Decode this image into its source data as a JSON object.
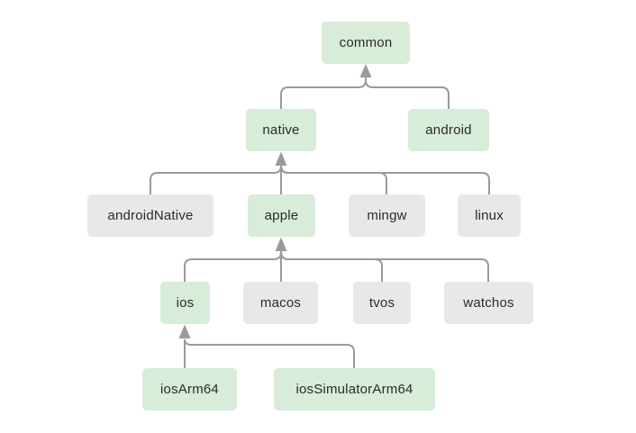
{
  "colors": {
    "background": "#ffffff",
    "node_green": "#d7ecd9",
    "node_gray": "#e8e8e8",
    "connector": "#9a9a9a",
    "text": "#2b2b2b"
  },
  "nodes": [
    {
      "label": "common",
      "variant": "green"
    },
    {
      "label": "native",
      "variant": "green"
    },
    {
      "label": "android",
      "variant": "green"
    },
    {
      "label": "androidNative",
      "variant": "gray"
    },
    {
      "label": "apple",
      "variant": "green"
    },
    {
      "label": "mingw",
      "variant": "gray"
    },
    {
      "label": "linux",
      "variant": "gray"
    },
    {
      "label": "ios",
      "variant": "green"
    },
    {
      "label": "macos",
      "variant": "gray"
    },
    {
      "label": "tvos",
      "variant": "gray"
    },
    {
      "label": "watchos",
      "variant": "gray"
    },
    {
      "label": "iosArm64",
      "variant": "green"
    },
    {
      "label": "iosSimulatorArm64",
      "variant": "green"
    }
  ],
  "edges": [
    {
      "from": "native",
      "to": "common"
    },
    {
      "from": "android",
      "to": "common"
    },
    {
      "from": "androidNative",
      "to": "native"
    },
    {
      "from": "apple",
      "to": "native"
    },
    {
      "from": "mingw",
      "to": "native"
    },
    {
      "from": "linux",
      "to": "native"
    },
    {
      "from": "ios",
      "to": "apple"
    },
    {
      "from": "macos",
      "to": "apple"
    },
    {
      "from": "tvos",
      "to": "apple"
    },
    {
      "from": "watchos",
      "to": "apple"
    },
    {
      "from": "iosArm64",
      "to": "ios"
    },
    {
      "from": "iosSimulatorArm64",
      "to": "ios"
    }
  ]
}
